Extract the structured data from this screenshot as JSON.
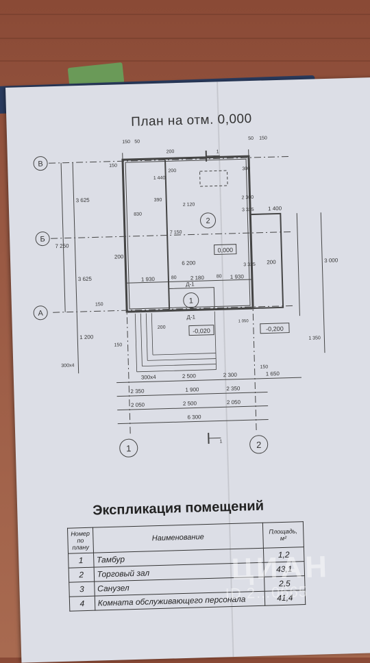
{
  "plan": {
    "title": "План на отм. 0,000",
    "axes": {
      "row_v": "В",
      "row_b": "Б",
      "row_a": "А",
      "col_1": "1",
      "col_2": "2"
    },
    "dims_left": [
      "3 625",
      "7 250",
      "3 625",
      "1 200",
      "150",
      "150",
      "300x4"
    ],
    "dims_top": [
      "150",
      "50",
      "50",
      "150",
      "150",
      "200"
    ],
    "dims_inner": [
      "1 440",
      "200",
      "390",
      "830",
      "2 120",
      "2 300",
      "7 150",
      "6 200",
      "1 930",
      "80",
      "2 180",
      "80",
      "1 930",
      "3 325",
      "3 325",
      "200",
      "200",
      "1 400",
      "3 000",
      "1 350",
      "1 050",
      "150",
      "200",
      "300"
    ],
    "dims_bottom_row1": [
      "300x4",
      "2 500",
      "2 300",
      "1 650"
    ],
    "dims_bottom_row2": [
      "2 350",
      "1 900",
      "2 350"
    ],
    "dims_bottom_row3": [
      "2 050",
      "2 500",
      "2 050"
    ],
    "dims_bottom_total": "6 300",
    "rooms": [
      "1",
      "2"
    ],
    "levels": [
      "0,000",
      "-0,020",
      "-0,200"
    ],
    "doors": [
      "Д-1",
      "Д-1"
    ],
    "section": [
      "1",
      "1"
    ]
  },
  "explication": {
    "title": "Экспликация помещений",
    "headers": {
      "num": "Номер по плану",
      "name": "Наименование",
      "area": "Площадь, м²"
    },
    "rows": [
      {
        "num": "1",
        "name": "Тамбур",
        "area": "1,2"
      },
      {
        "num": "2",
        "name": "Торговый зал",
        "area": "43,1"
      },
      {
        "num": "3",
        "name": "Санузел",
        "area": "2,5"
      },
      {
        "num": "4",
        "name": "Комната обслуживающего персонала",
        "area": "41,4"
      }
    ]
  },
  "watermark": {
    "brand": "ЦИАН",
    "id": "ID 2…0665"
  }
}
